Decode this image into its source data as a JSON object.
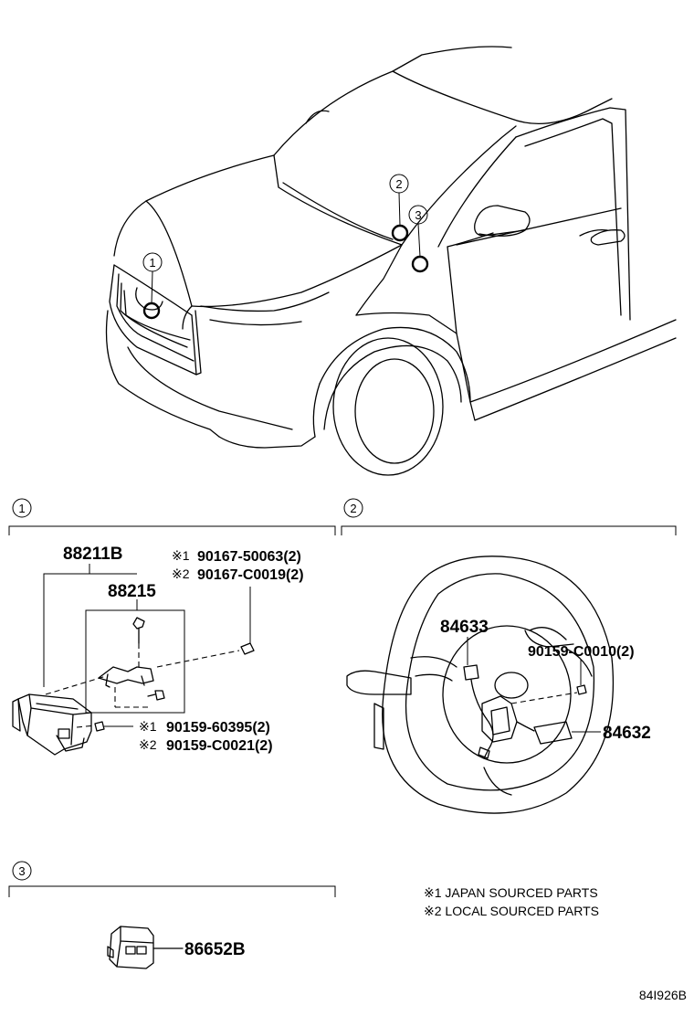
{
  "callouts": {
    "c1": "1",
    "c2": "2",
    "c3": "3"
  },
  "section1": {
    "assembly": "88211B",
    "bracket": "88215",
    "bolt_top_1_mark": "※1",
    "bolt_top_1": "90167-50063(2)",
    "bolt_top_2_mark": "※2",
    "bolt_top_2": "90167-C0019(2)",
    "bolt_bottom_1_mark": "※1",
    "bolt_bottom_1": "90159-60395(2)",
    "bolt_bottom_2_mark": "※2",
    "bolt_bottom_2": "90159-C0021(2)"
  },
  "section2": {
    "harness": "84633",
    "screw": "90159-C0010(2)",
    "switch": "84632"
  },
  "section3": {
    "switch": "86652B"
  },
  "notes": {
    "n1": "※1 JAPAN SOURCED PARTS",
    "n2": "※2 LOCAL SOURCED PARTS"
  },
  "diagram_id": "84I926B"
}
